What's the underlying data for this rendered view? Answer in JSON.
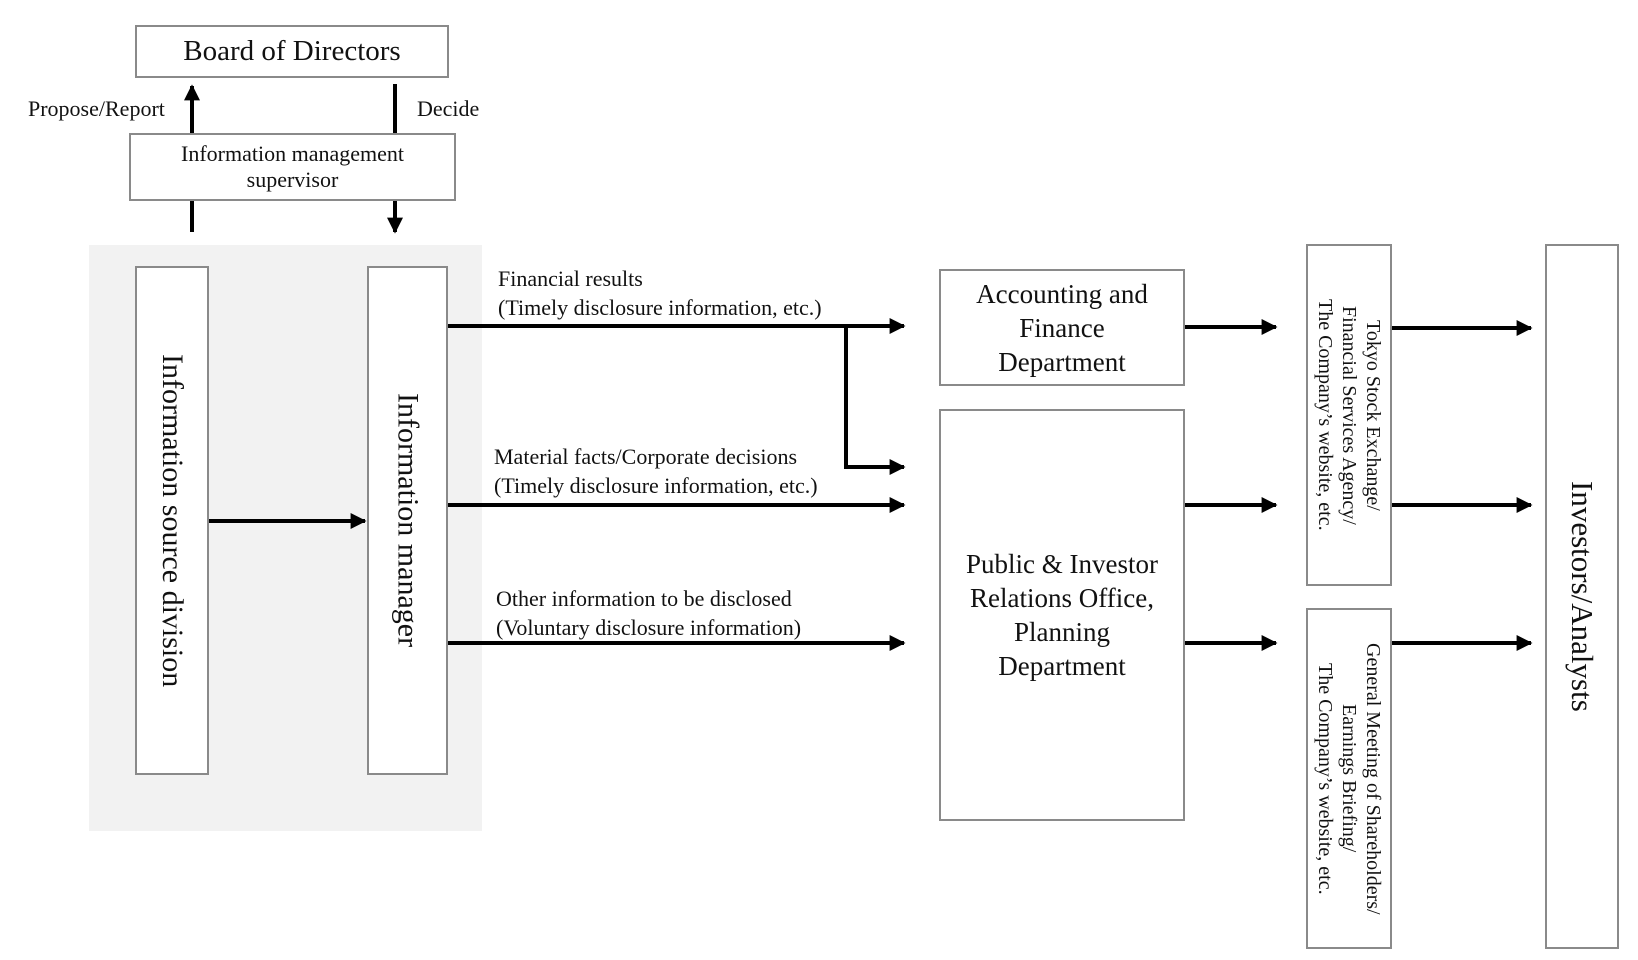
{
  "diagram": {
    "board": "Board of Directors",
    "propose_report": "Propose/Report",
    "decide": "Decide",
    "supervisor": "Information management\nsupervisor",
    "source_division": "Information source division",
    "info_manager": "Information manager",
    "flow_financial_line1": "Financial results",
    "flow_financial_line2": "(Timely disclosure information, etc.)",
    "flow_material_line1": "Material facts/Corporate decisions",
    "flow_material_line2": "(Timely disclosure information, etc.)",
    "flow_other_line1": "Other information to be disclosed",
    "flow_other_line2": "(Voluntary disclosure information)",
    "accounting": "Accounting and\nFinance\nDepartment",
    "pr_office": "Public & Investor\nRelations Office,\nPlanning\nDepartment",
    "channel_timely": "Tokyo Stock Exchange/\nFinancial Services Agency/\nThe Company’s website, etc.",
    "channel_voluntary": "General Meeting of Shareholders/\nEarnings Briefing/\nThe Company’s website, etc.",
    "investors": "Investors/Analysts"
  }
}
